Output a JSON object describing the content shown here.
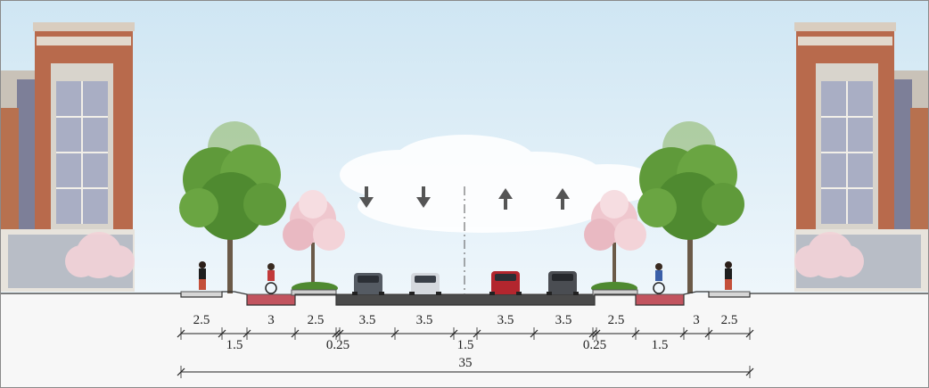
{
  "colors": {
    "sky_top": "#d9ecf6",
    "sky_bottom": "#f1f8fc",
    "brick": "#b86a4c",
    "asphalt": "#4a4a4a",
    "bike_lane": "#c2545f",
    "tree_green": "#5f9a3a",
    "blossom": "#f0c8cf",
    "ground": "#f7f7f7",
    "dimension_line": "#222222"
  },
  "segments": [
    {
      "label": "2.5",
      "row": "top"
    },
    {
      "label": "1.5",
      "row": "bottom"
    },
    {
      "label": "3",
      "row": "top"
    },
    {
      "label": "2.5",
      "row": "top"
    },
    {
      "label": "0.25",
      "row": "bottom"
    },
    {
      "label": "3.5",
      "row": "top"
    },
    {
      "label": "3.5",
      "row": "top"
    },
    {
      "label": "1.5",
      "row": "bottom"
    },
    {
      "label": "3.5",
      "row": "top"
    },
    {
      "label": "3.5",
      "row": "top"
    },
    {
      "label": "0.25",
      "row": "bottom"
    },
    {
      "label": "2.5",
      "row": "top"
    },
    {
      "label": "1.5",
      "row": "bottom"
    },
    {
      "label": "3",
      "row": "top"
    },
    {
      "label": "2.5",
      "row": "top"
    }
  ],
  "total_label": "35",
  "traffic": {
    "left_lanes": "down-arrow",
    "right_lanes": "up-arrow"
  },
  "icons": [
    "down-arrow-icon",
    "up-arrow-icon",
    "car-icon",
    "cyclist-icon",
    "pedestrian-icon",
    "tree-icon",
    "blossom-tree-icon",
    "building-icon"
  ]
}
